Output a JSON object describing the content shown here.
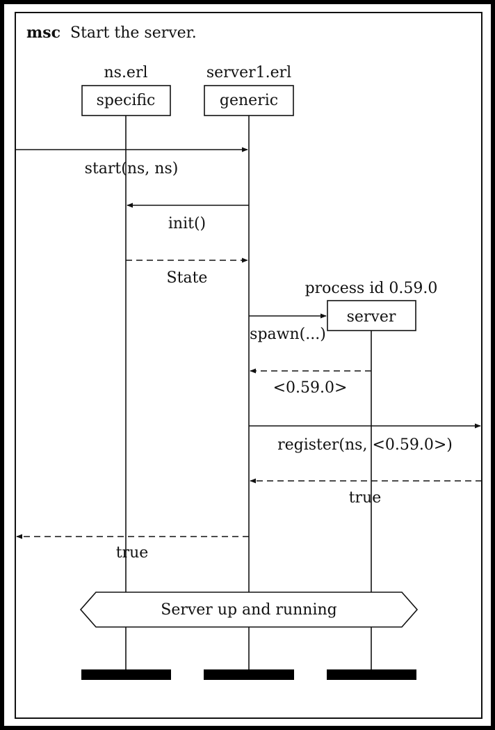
{
  "header": {
    "keyword": "msc",
    "title": "Start the server."
  },
  "instances": [
    {
      "id": "specific",
      "module": "ns.erl",
      "label": "specific"
    },
    {
      "id": "generic",
      "module": "server1.erl",
      "label": "generic"
    },
    {
      "id": "server",
      "module": "process id 0.59.0",
      "label": "server"
    }
  ],
  "messages": [
    {
      "id": "start",
      "label": "start(ns, ns)",
      "style": "solid"
    },
    {
      "id": "init",
      "label": "init()",
      "style": "solid"
    },
    {
      "id": "state",
      "label": "State",
      "style": "dashed"
    },
    {
      "id": "spawn",
      "label": "spawn(...)",
      "style": "solid"
    },
    {
      "id": "pid-reply",
      "label": "<0.59.0>",
      "style": "dashed"
    },
    {
      "id": "register",
      "label": "register(ns, <0.59.0>)",
      "style": "solid"
    },
    {
      "id": "register-reply",
      "label": "true",
      "style": "dashed"
    },
    {
      "id": "start-reply",
      "label": "true",
      "style": "dashed"
    }
  ],
  "condition": {
    "label": "Server up and running"
  }
}
